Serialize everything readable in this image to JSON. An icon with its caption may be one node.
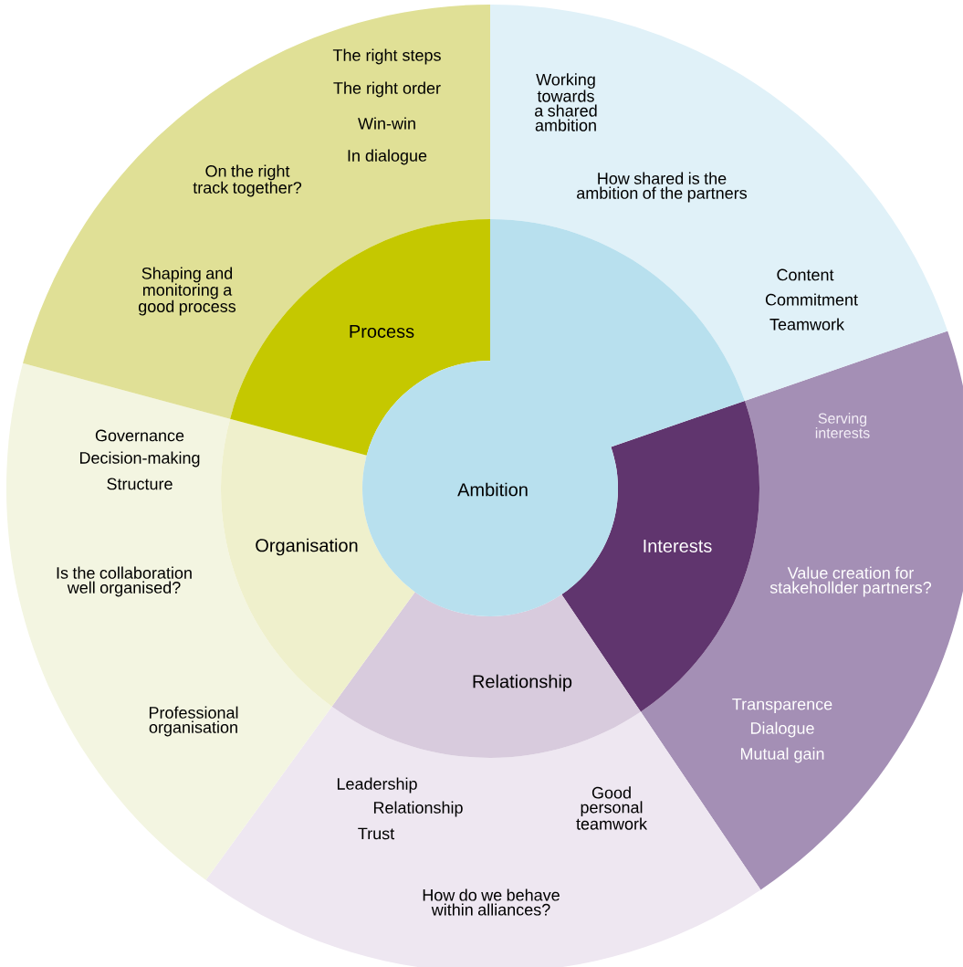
{
  "diagram": {
    "nodes": [
      {
        "text": [
          "Ambition"
        ]
      },
      {
        "text": [
          "Process"
        ]
      },
      {
        "text": [
          "Organisation"
        ]
      },
      {
        "text": [
          "Relationship"
        ]
      },
      {
        "text": [
          "Interests"
        ]
      },
      {
        "text": [
          "Working towards a shared ambition",
          "How shared is the ambition of the partners",
          "Content",
          "Commitment",
          "Teamwork"
        ]
      },
      {
        "text": [
          "The right steps",
          "The right order",
          "Win-win",
          "In dialogue",
          "On the right track together?",
          "Shaping and monitoring a good process"
        ]
      },
      {
        "text": [
          "Governance",
          "Decision-making",
          "Structure",
          "Is the collaboration well organised?",
          "Professional organisation"
        ]
      },
      {
        "text": [
          "Leadership",
          "Relationship",
          "Trust",
          "Good personal teamwork",
          "How do we behave within alliances?"
        ]
      },
      {
        "text": [
          "Serving interests",
          "Value creation for stakehollder partners?",
          "Transparence",
          "Dialogue",
          "Mutual gain"
        ]
      }
    ]
  }
}
